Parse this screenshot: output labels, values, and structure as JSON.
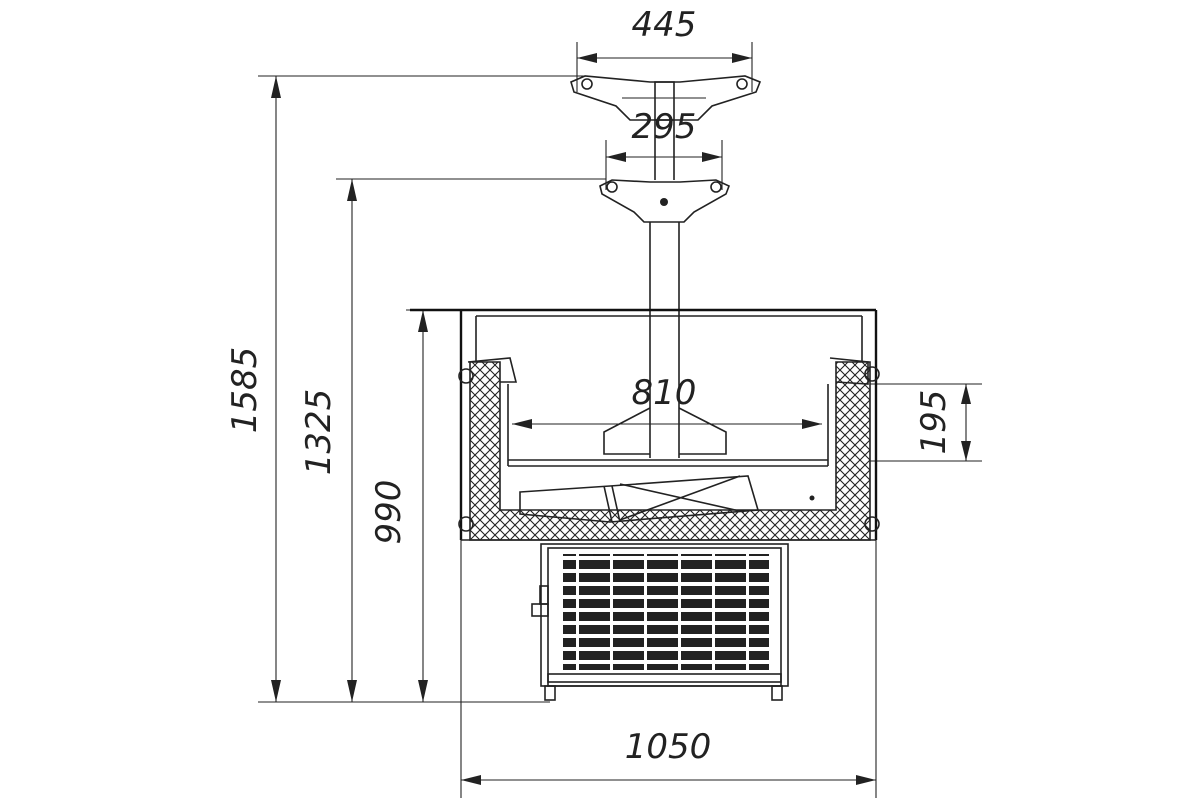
{
  "dimensions": {
    "top_mount_width": "445",
    "lower_mount_width": "295",
    "total_height": "1585",
    "mount_height": "1325",
    "counter_height": "990",
    "inner_width": "810",
    "tub_depth": "195",
    "total_width": "1050"
  }
}
